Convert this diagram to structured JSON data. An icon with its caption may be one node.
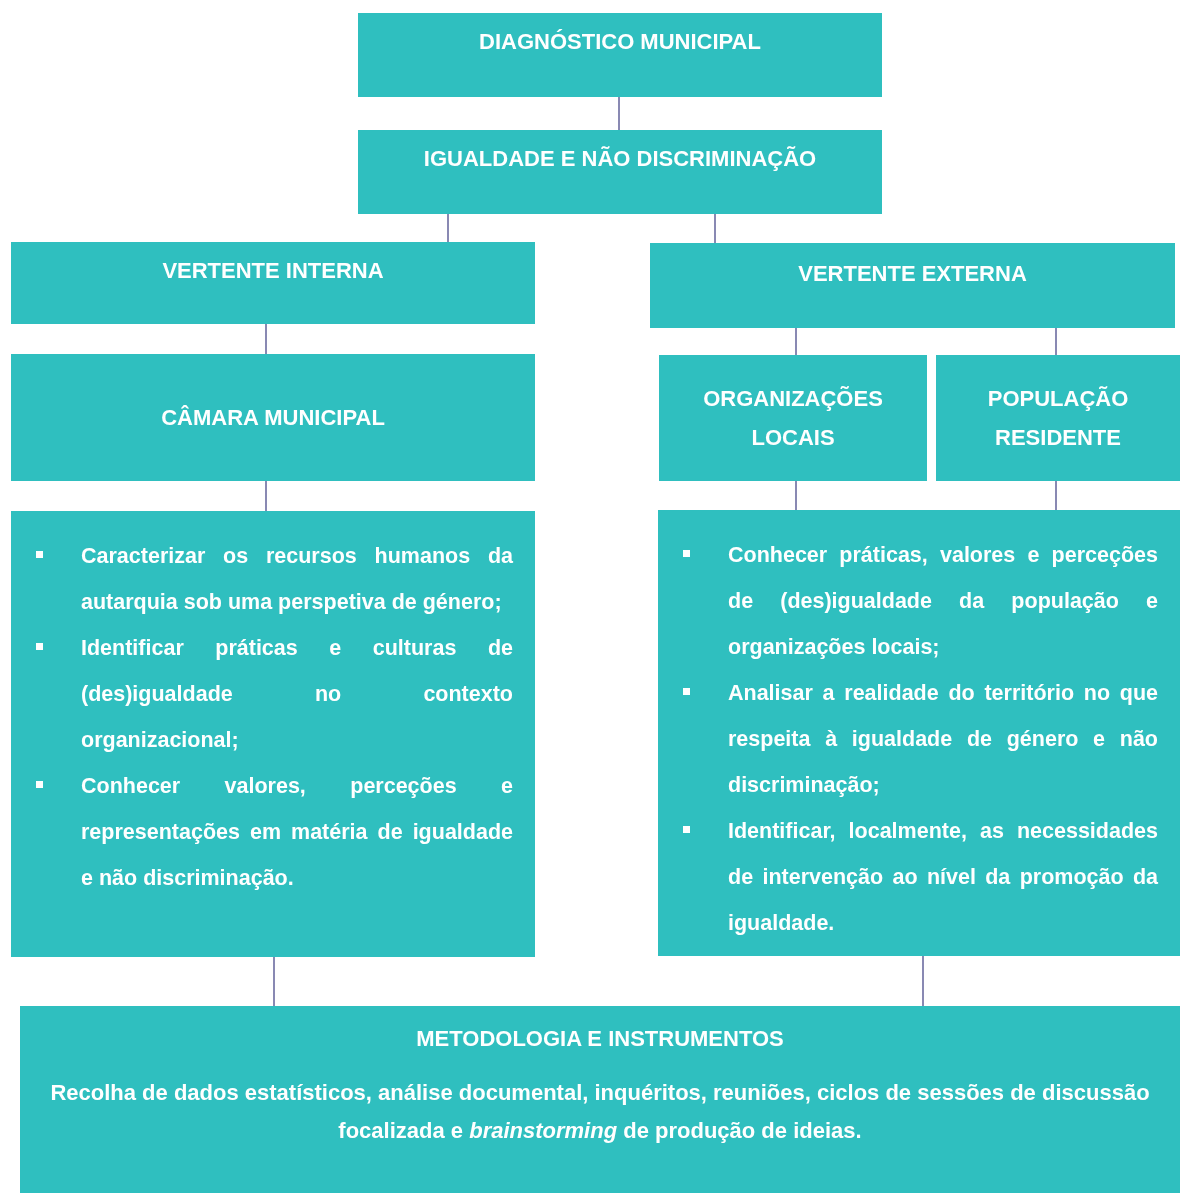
{
  "diagram": {
    "nodes": [
      {
        "text": [
          "DIAGNÓSTICO MUNICIPAL"
        ]
      },
      {
        "text": [
          "IGUALDADE E NÃO DISCRIMINAÇÃO"
        ]
      },
      {
        "text": [
          "VERTENTE INTERNA"
        ]
      },
      {
        "text": [
          "VERTENTE EXTERNA"
        ]
      },
      {
        "text": [
          "CÂMARA MUNICIPAL"
        ]
      },
      {
        "text": [
          "ORGANIZAÇÕES LOCAIS"
        ]
      },
      {
        "text": [
          "POPULAÇÃO RESIDENTE"
        ]
      },
      {
        "text": [
          "Caracterizar os recursos humanos da autarquia sob uma perspetiva de género;",
          "Identificar práticas e culturas de (des)igualdade no contexto organizacional;",
          "Conhecer valores, perceções e representações em matéria de igualdade e não discriminação."
        ]
      },
      {
        "text": [
          "Conhecer práticas, valores e perceções de (des)igualdade da população e organizações locais;",
          "Analisar a realidade do território no que respeita à igualdade de género e não discriminação;",
          "Identificar, localmente, as necessidades de intervenção ao nível da promoção da igualdade."
        ]
      },
      {
        "text": [
          "METODOLOGIA E INSTRUMENTOS",
          "Recolha de dados estatísticos, análise documental, inquéritos, reuniões, ciclos de sessões de discussão focalizada e *brainstorming* de produção de ideias."
        ]
      }
    ],
    "edges": [
      {
        "from": 0,
        "to": 1,
        "arrow": "none"
      },
      {
        "from": 1,
        "to": 2,
        "arrow": "none"
      },
      {
        "from": 1,
        "to": 3,
        "arrow": "none"
      },
      {
        "from": 2,
        "to": 4,
        "arrow": "none"
      },
      {
        "from": 3,
        "to": 5,
        "arrow": "none"
      },
      {
        "from": 3,
        "to": 6,
        "arrow": "none"
      },
      {
        "from": 4,
        "to": 7,
        "arrow": "none"
      },
      {
        "from": 5,
        "to": 8,
        "arrow": "none"
      },
      {
        "from": 6,
        "to": 8,
        "arrow": "none"
      },
      {
        "from": 7,
        "to": 9,
        "arrow": "none"
      },
      {
        "from": 8,
        "to": 9,
        "arrow": "none"
      }
    ]
  }
}
